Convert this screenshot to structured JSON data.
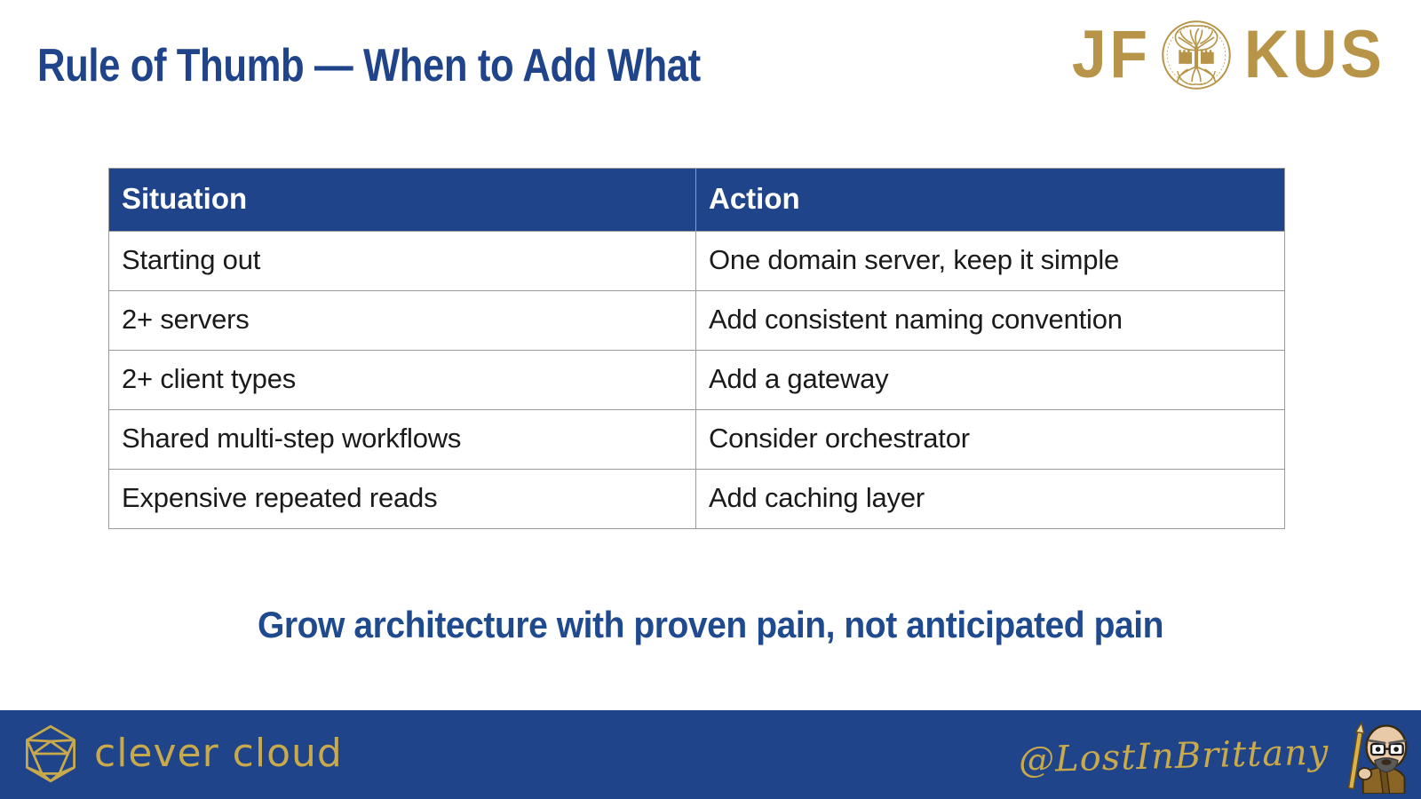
{
  "slide": {
    "title": "Rule of Thumb — When to Add What",
    "tagline": "Grow architecture with proven pain, not anticipated pain"
  },
  "brand": {
    "conference_name": "JFOKUS",
    "conference_prefix": "JF",
    "conference_suffix": "KUS",
    "medallion_icon": "tree-of-life-medallion-icon",
    "gold": "#B79447",
    "blue": "#1F4489"
  },
  "table": {
    "columns": [
      "Situation",
      "Action"
    ],
    "rows": [
      [
        "Starting out",
        "One domain server, keep it simple"
      ],
      [
        "2+ servers",
        "Add consistent naming convention"
      ],
      [
        "2+ client types",
        "Add a gateway"
      ],
      [
        "Shared multi-step workflows",
        "Consider orchestrator"
      ],
      [
        "Expensive repeated reads",
        "Add caching layer"
      ]
    ],
    "header_bg": "#1F4489",
    "header_fg": "#FFFFFF",
    "border": "#9A9A9A"
  },
  "footer": {
    "sponsor_name": "clever cloud",
    "sponsor_icon": "clever-cloud-polyhedron-icon",
    "handle": "@LostInBrittany",
    "avatar_icon": "speaker-avatar-icon",
    "bar_color": "#1F4489",
    "gold": "#C8A94B"
  }
}
